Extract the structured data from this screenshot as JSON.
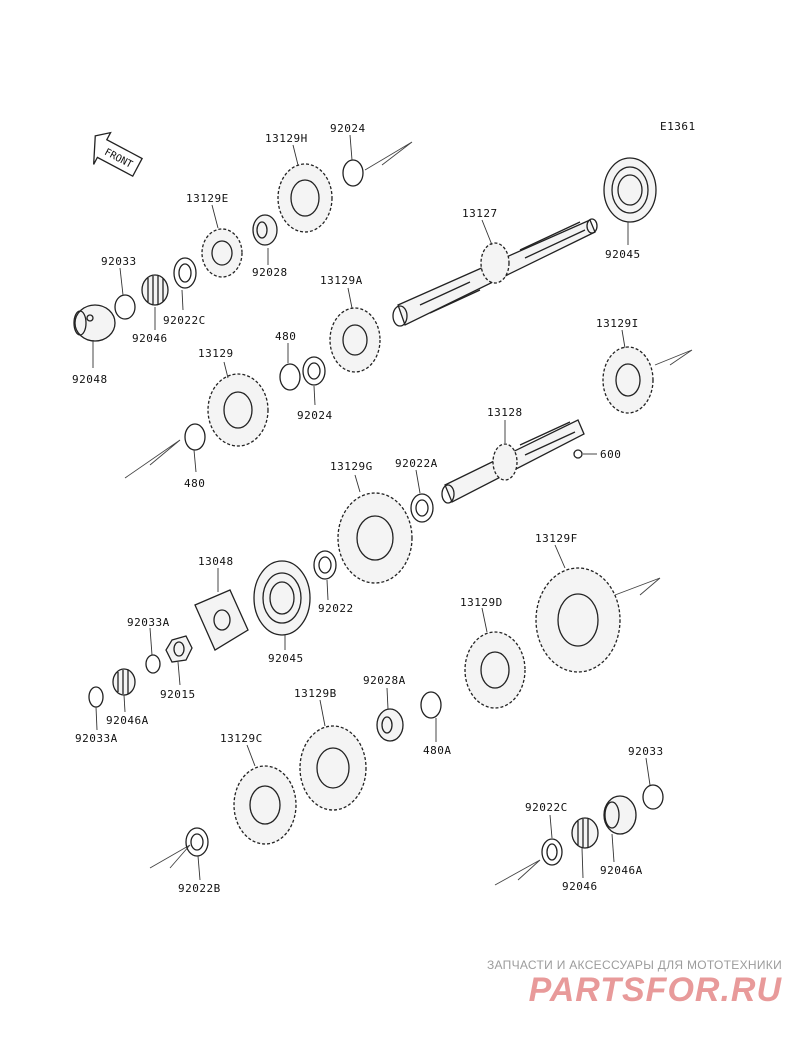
{
  "diagram": {
    "code": "E1361",
    "front_label": "FRONT",
    "parts": [
      {
        "id": "p01",
        "number": "13129H"
      },
      {
        "id": "p02",
        "number": "92024"
      },
      {
        "id": "p03",
        "number": "13129E"
      },
      {
        "id": "p04",
        "number": "92033"
      },
      {
        "id": "p05",
        "number": "92028"
      },
      {
        "id": "p06",
        "number": "92022C"
      },
      {
        "id": "p07",
        "number": "92046"
      },
      {
        "id": "p08",
        "number": "92048"
      },
      {
        "id": "p09",
        "number": "13127"
      },
      {
        "id": "p10",
        "number": "92045"
      },
      {
        "id": "p11",
        "number": "13129A"
      },
      {
        "id": "p12",
        "number": "480"
      },
      {
        "id": "p13",
        "number": "13129"
      },
      {
        "id": "p14",
        "number": "92024"
      },
      {
        "id": "p15",
        "number": "480"
      },
      {
        "id": "p16",
        "number": "13129I"
      },
      {
        "id": "p17",
        "number": "13128"
      },
      {
        "id": "p18",
        "number": "600"
      },
      {
        "id": "p19",
        "number": "13129G"
      },
      {
        "id": "p20",
        "number": "92022A"
      },
      {
        "id": "p21",
        "number": "13048"
      },
      {
        "id": "p22",
        "number": "92022"
      },
      {
        "id": "p23",
        "number": "92045"
      },
      {
        "id": "p24",
        "number": "13129F"
      },
      {
        "id": "p25",
        "number": "92033A"
      },
      {
        "id": "p26",
        "number": "92015"
      },
      {
        "id": "p27",
        "number": "13129D"
      },
      {
        "id": "p28",
        "number": "92046A"
      },
      {
        "id": "p29",
        "number": "92033A"
      },
      {
        "id": "p30",
        "number": "92028A"
      },
      {
        "id": "p31",
        "number": "13129B"
      },
      {
        "id": "p32",
        "number": "480A"
      },
      {
        "id": "p33",
        "number": "13129C"
      },
      {
        "id": "p34",
        "number": "92033"
      },
      {
        "id": "p35",
        "number": "92022C"
      },
      {
        "id": "p36",
        "number": "92046A"
      },
      {
        "id": "p37",
        "number": "92022B"
      },
      {
        "id": "p38",
        "number": "92046"
      }
    ]
  },
  "watermark": {
    "tagline": "ЗАПЧАСТИ И АКСЕССУАРЫ ДЛЯ МОТОТЕХНИКИ",
    "logo_text": "PARTSFOR.RU"
  },
  "colors": {
    "line": "#222222",
    "watermark_text": "#9c9c9c",
    "watermark_logo": "#e89a9a"
  }
}
